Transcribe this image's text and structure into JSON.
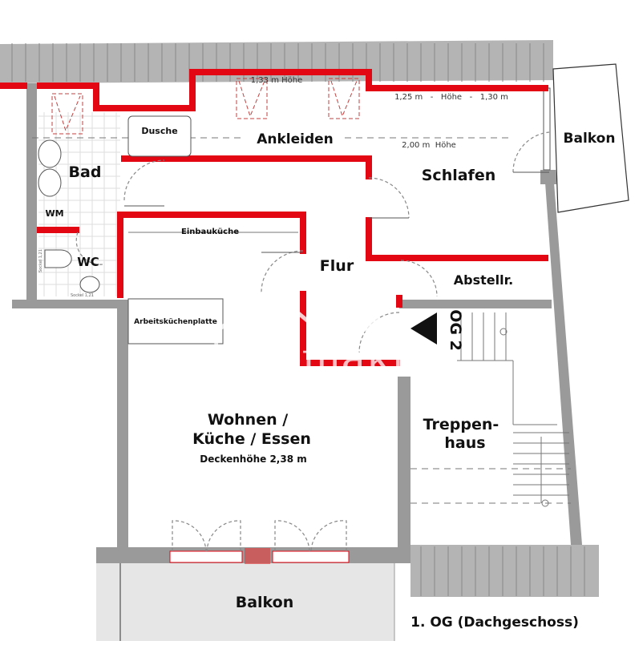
{
  "plan": {
    "floor_title": "1. OG (Dachgeschoss)",
    "rooms": {
      "ankleiden": "Ankleiden",
      "dusche": "Dusche",
      "bad": "Bad",
      "wm": "WM",
      "wc": "WC",
      "einbaukueche": "Einbauküche",
      "flur": "Flur",
      "schlafen": "Schlafen",
      "balkon_right": "Balkon",
      "abstellraum": "Abstellr.",
      "arbeitsplatte": "Arbeitsküchenplatte",
      "wohnen_line1": "Wohnen /",
      "wohnen_line2": "Küche / Essen",
      "wohnen_ceiling": "Deckenhöhe 2,38 m",
      "treppen_line1": "Treppen-",
      "treppen_line2": "haus",
      "balkon_bottom": "Balkon",
      "og2_marker": "OG 2"
    },
    "heights": {
      "ankleiden_height": "1,33 m Höhe",
      "schlafen_height_range": "1,25 m   -   Höhe   -   1,30 m",
      "line_height": "2,00 m  Höhe"
    },
    "sockel_labels": [
      "Sockel 1,21",
      "Sockel 1,21"
    ],
    "watermark": "ohne-makler",
    "colors": {
      "new_walls": "#e30613",
      "existing_walls": "#9a9a9a",
      "roof": "#b4b4b4"
    }
  }
}
